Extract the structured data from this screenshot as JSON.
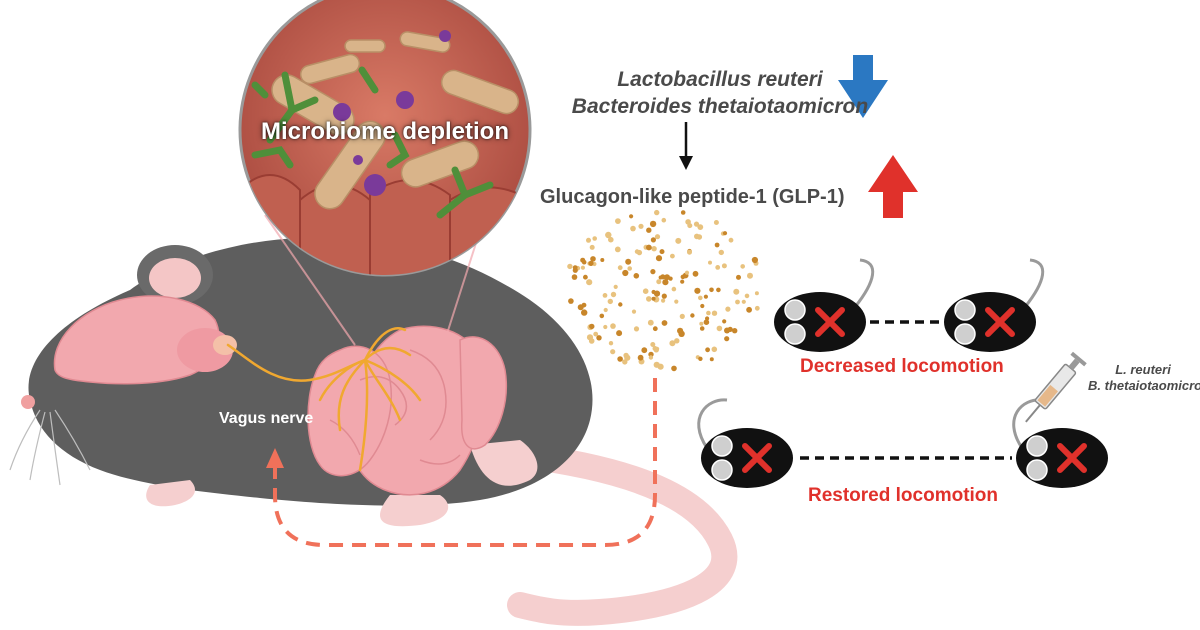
{
  "labels": {
    "microbiome": "Microbiome depletion",
    "bacteria_line1": "Lactobacillus reuteri",
    "bacteria_line2": "Bacteroides thetaiotaomicron",
    "glp1": "Glucagon-like peptide-1 (GLP-1)",
    "vagus": "Vagus nerve",
    "decreased": "Decreased locomotion",
    "restored": "Restored locomotion",
    "treat_line1": "L. reuteri",
    "treat_line2": "B. thetaiotaomicron"
  },
  "colors": {
    "mouse_body": "#5e5e5e",
    "organ_pink": "#f2a8ae",
    "nerve": "#f0a830",
    "arrow_down": "#2b78c2",
    "arrow_up": "#e0312b",
    "dashed_path": "#f0715a",
    "label_red": "#e0312b"
  },
  "icons": {
    "down_arrow": "blue-down-arrow-icon",
    "up_arrow": "red-up-arrow-icon",
    "syringe": "syringe-icon",
    "mouse": "mouse-topview-icon"
  }
}
